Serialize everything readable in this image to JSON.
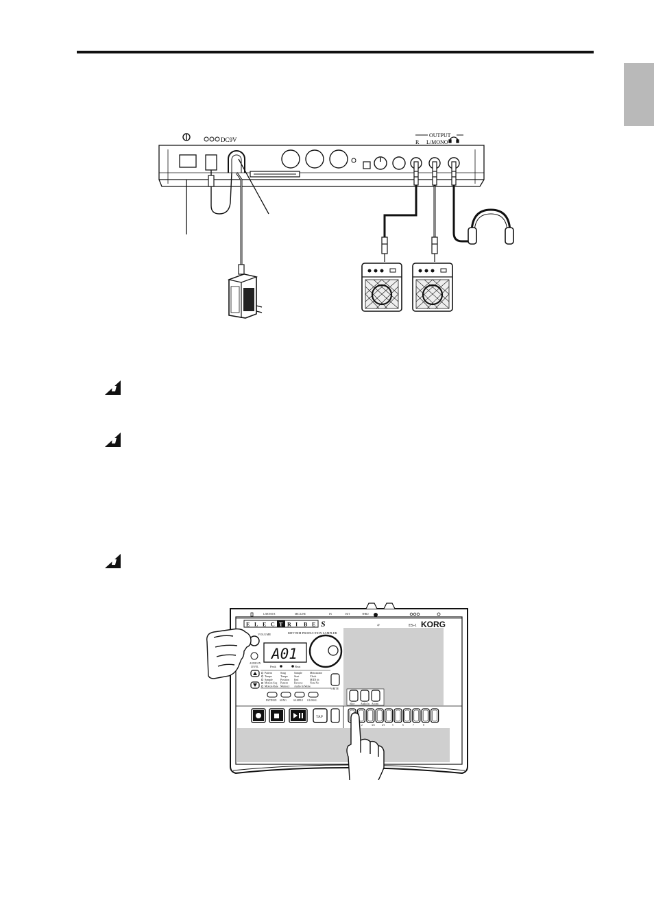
{
  "rear_panel": {
    "dc_label": "DC9V",
    "output_label": "OUTPUT",
    "r_label": "R",
    "lmono_label": "L/MONO"
  },
  "front_panel": {
    "brand": "KORG",
    "model": "ES-1",
    "logo_letters": [
      "E",
      "L",
      "E",
      "C",
      "T",
      "R",
      "I",
      "B",
      "E"
    ],
    "subtitle": "RHYTHM PRODUCTION SAMPLER",
    "display_value": "A01",
    "volume_label": "VOLUME",
    "audio_in_label": "AUDIO IN",
    "level_label": "LEVEL",
    "peak_label": "Peak",
    "beat_label": "Beat",
    "write_label": "WRITE",
    "mode_buttons": [
      "PATTERN",
      "SONG",
      "SAMPLE",
      "GLOBAL"
    ],
    "tap_label": "TAP",
    "param_rows": [
      [
        "Pattern",
        "Song",
        "Sample",
        "Metronome"
      ],
      [
        "Tempo",
        "Tempo",
        "Start",
        "Clock"
      ],
      [
        "Sample",
        "Position",
        "End",
        "MIDI ch"
      ],
      [
        "Motion Seq",
        "Pattern",
        "Reverse",
        "Note No"
      ],
      [
        "Motion Rate",
        "Memory",
        "Audio In Mode",
        ""
      ]
    ],
    "small_pad_labels": [
      "Slice",
      "Audio In",
      "Accent"
    ],
    "step_labels": [
      "1",
      "2",
      "3/4",
      "4/1",
      "5",
      "6",
      "7",
      "8"
    ]
  }
}
